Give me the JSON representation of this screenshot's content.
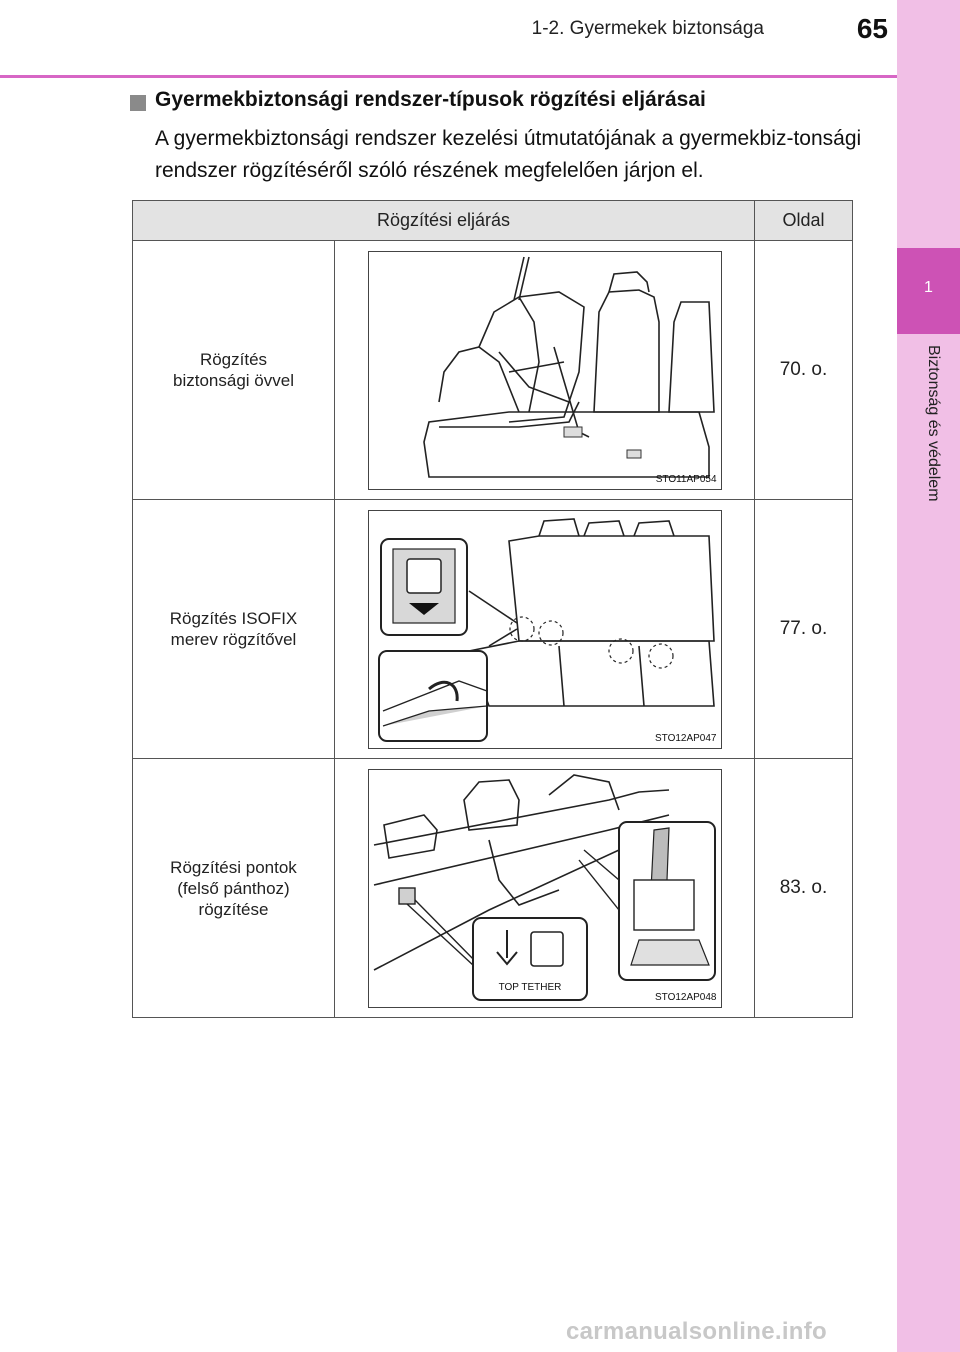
{
  "header": {
    "section": "1-2. Gyermekek biztonsága",
    "page_number": "65"
  },
  "side_tab": {
    "chapter_number": "1",
    "chapter_title": "Biztonság és védelem"
  },
  "section": {
    "title": "Gyermekbiztonsági rendszer-típusok rögzítési eljárásai",
    "body": "A gyermekbiztonsági rendszer kezelési útmutatójának a gyermekbiz-tonsági rendszer rögzítéséről szóló részének megfelelően járjon el."
  },
  "table": {
    "headers": [
      "Rögzítési eljárás",
      "Oldal"
    ],
    "rows": [
      {
        "label": "Rögzítés\nbiztonsági övvel",
        "figure_code": "STO11AP054",
        "page": "70. o."
      },
      {
        "label": "Rögzítés ISOFIX\nmerev rögzítővel",
        "figure_code": "STO12AP047",
        "page": "77. o."
      },
      {
        "label": "Rögzítési pontok\n(felső pánthoz)\nrögzítése",
        "figure_code": "STO12AP048",
        "figure_text": "TOP TETHER",
        "page": "83. o."
      }
    ]
  },
  "watermark": "carmanualsonline.info",
  "colors": {
    "accent": "#d766c5",
    "tab_dark": "#cd52b5",
    "tab_light": "#f1bfe6",
    "header_cell": "#e3e3e3"
  }
}
